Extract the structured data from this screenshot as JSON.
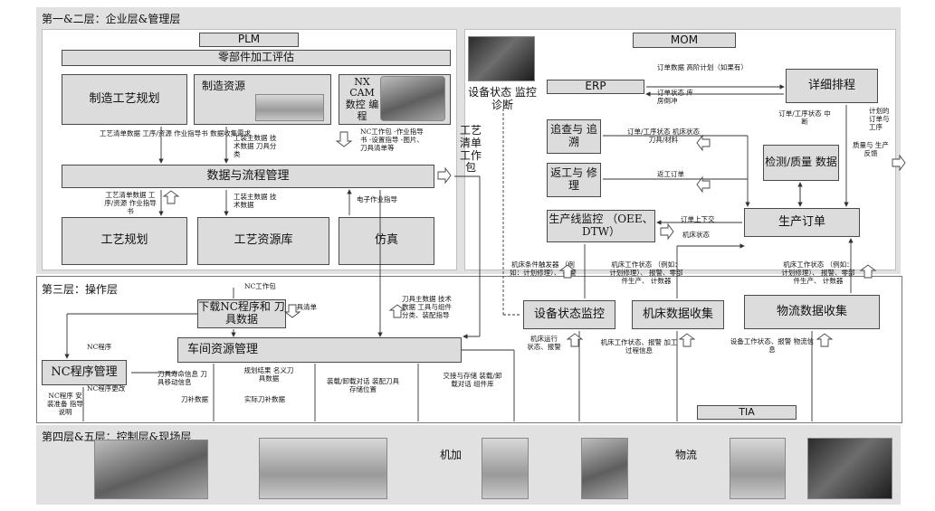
{
  "layers": {
    "top": "第一&二层：企业层&管理层",
    "ops": "第三层：操作层",
    "control": "第四层&五层：控制层&现场层"
  },
  "plm": {
    "title": "PLM",
    "part_eval": "零部件加工评估",
    "mfg_planning": "制造工艺规划",
    "mfg_resource": "制造资源",
    "nx_cam": "NX CAM 数控 编程",
    "data_process": "数据与流程管理",
    "process_planning": "工艺规划",
    "resource_library": "工艺资源库",
    "simulation": "仿真"
  },
  "device_diag": "设备状态 监控诊断",
  "process_package": "工艺 清单 工作 包",
  "mom": {
    "title": "MOM",
    "erp": "ERP",
    "detailed_scheduling": "详细排程",
    "trace": "追查与 追溯",
    "rework": "返工与 修理",
    "inspection": "检测/质量 数据",
    "line_monitor": "生产线监控 （OEE、DTW）",
    "production_order": "生产订单"
  },
  "ops": {
    "download_nc": "下载NC程序和 刀具数据",
    "workshop_resource": "车间资源管理",
    "nc_program_mgmt": "NC程序管理",
    "device_monitor": "设备状态监控",
    "machine_data": "机床数据收集",
    "logistics_data": "物流数据收集",
    "tia": "TIA"
  },
  "field": {
    "machining": "机加",
    "logistics": "物流"
  },
  "labels": {
    "l1": "工艺清单数据 工序/资源 作业指导书 数据收集需求",
    "l2": "工装主数据 技术数据 刀具分类",
    "l3": "NC工作包 -作业指导书 -设置指导 -图片、刀具清单等",
    "l4": "工艺清单数据 工序/资源 作业指导书",
    "l5": "工装主数据 技术数据",
    "l6": "电子作业指导",
    "l7": "订单数据 高阶计划（如果有）",
    "l8": "订单状态 库房倒冲",
    "l9": "订单/工序状态 中断",
    "l10": "计划的 订单与 工序",
    "l11": "订单/工序状态 机床状态刀具/材料",
    "l12": "质量与 生产反馈",
    "l13": "返工订单",
    "l14": "订单上下交",
    "l15": "机床状态",
    "l16": "机床条件触发器 （例如：计划修理）、 报警",
    "l17": "机床工作状态 （例如：计划修理）、 报警、零部件生产、 计数器",
    "l18": "机床工作状态 （例如：计划修理）、 报警、零部件生产、 计数器",
    "l19": "NC工作包",
    "l20": "刀具清单",
    "l21": "刀具主数据 技术数据 工具与组件 分类、装配指导",
    "l22": "NC程序",
    "l23": "机床运行 状态、报警",
    "l24": "机床工作状态、报警 加工过程信息",
    "l25": "设备工作状态、报警 物流信息",
    "l26": "刀具寿命信息 刀具移动信息",
    "l27": "规划结果 名义刀具数据",
    "l28": "装载/卸载对话 装配刀具存储位置",
    "l29": "交接与存储 装载/卸载对话 组件库",
    "l30": "刀补数据",
    "l31": "实际刀补数据",
    "l32": "NC程序更改",
    "l33": "NC程序 安装准备 指导说明"
  }
}
